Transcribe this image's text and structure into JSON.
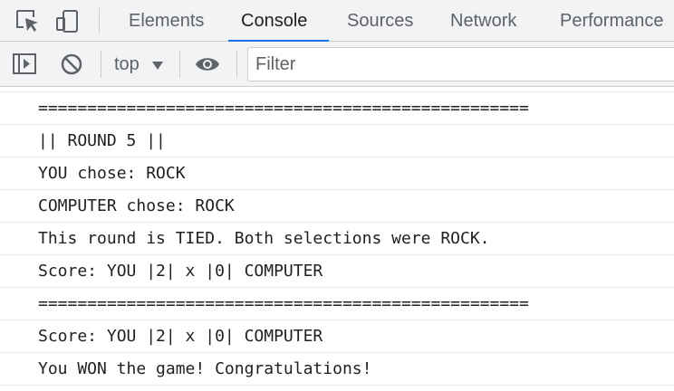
{
  "tabs": [
    {
      "label": "Elements",
      "active": false
    },
    {
      "label": "Console",
      "active": true
    },
    {
      "label": "Sources",
      "active": false
    },
    {
      "label": "Network",
      "active": false
    },
    {
      "label": "Performance",
      "active": false
    }
  ],
  "toolbar": {
    "context": "top",
    "filter_placeholder": "Filter"
  },
  "icons": {
    "inspect": "inspect-element-icon",
    "device": "device-toolbar-icon",
    "sidebar": "show-sidebar-icon",
    "clear": "clear-console-icon",
    "dropdown": "dropdown-arrow-icon",
    "eye": "live-expression-eye-icon"
  },
  "console_lines": [
    "==================================================",
    "|| ROUND 5 ||",
    "YOU chose: ROCK",
    "COMPUTER chose: ROCK",
    "This round is TIED. Both selections were ROCK.",
    "Score: YOU |2| x |0| COMPUTER",
    "==================================================",
    "Score: YOU |2| x |0| COMPUTER",
    "You WON the game! Congratulations!"
  ],
  "colors": {
    "accent": "#1a73e8",
    "toolbar_bg": "#f1f3f4",
    "icon": "#5f6368"
  }
}
